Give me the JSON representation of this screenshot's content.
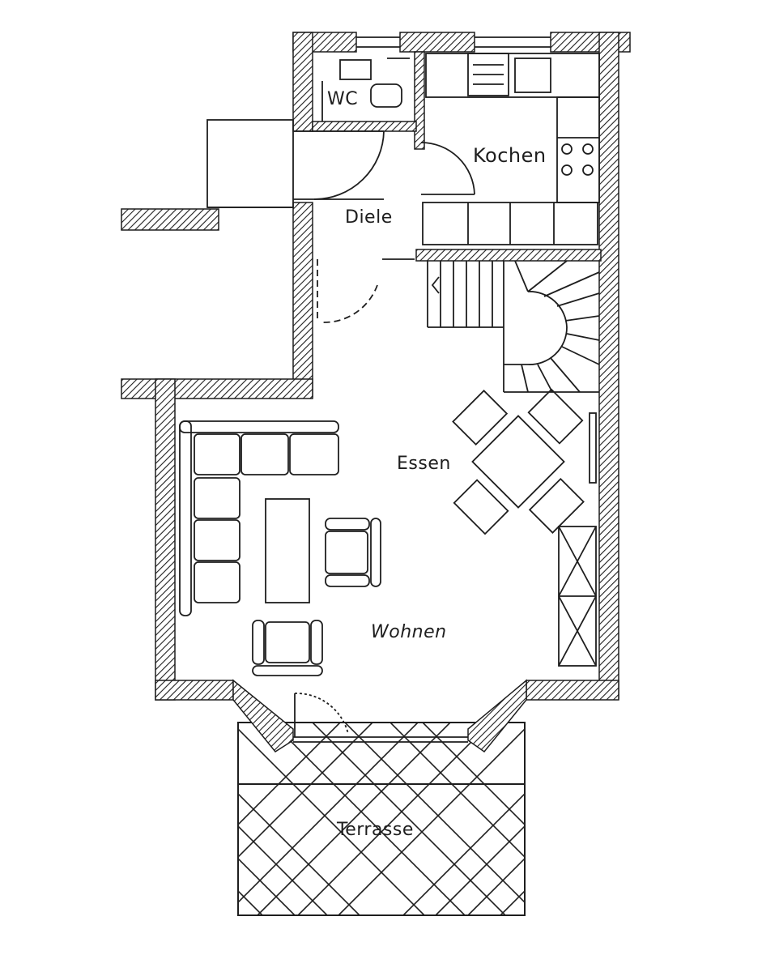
{
  "rooms": {
    "wc": "WC",
    "kochen": "Kochen",
    "diele": "Diele",
    "essen": "Essen",
    "wohnen": "Wohnen",
    "terrasse": "Terrasse"
  },
  "colors": {
    "line": "#1e1e1e",
    "background": "#ffffff"
  }
}
